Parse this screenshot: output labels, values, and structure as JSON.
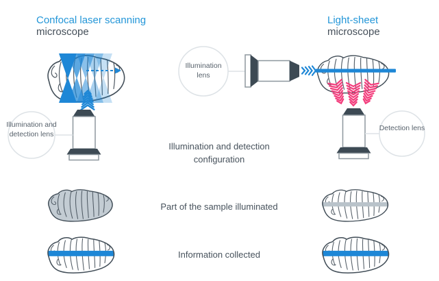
{
  "confocal": {
    "title_accent": "Confocal laser scanning",
    "title_rest": "microscope",
    "lens_label": "Illumination and detection lens"
  },
  "lightsheet": {
    "title_accent": "Light-sheet",
    "title_rest": "microscope",
    "illumination_lens_label": "Illumination lens",
    "detection_lens_label": "Detection lens"
  },
  "captions": {
    "configuration": "Illumination and detection configuration",
    "illuminated": "Part of the sample illuminated",
    "collected": "Information collected"
  },
  "colors": {
    "accent_blue": "#1e87d6",
    "title_blue": "#2396d8",
    "emission_pink": "#f33e7d",
    "dark_slate": "#3d4a54",
    "sample_fill_gray": "#c3ccd3",
    "stripe_gray": "#b9c3ca",
    "circle_border": "#dde2e6",
    "text_dark": "#47525c"
  }
}
